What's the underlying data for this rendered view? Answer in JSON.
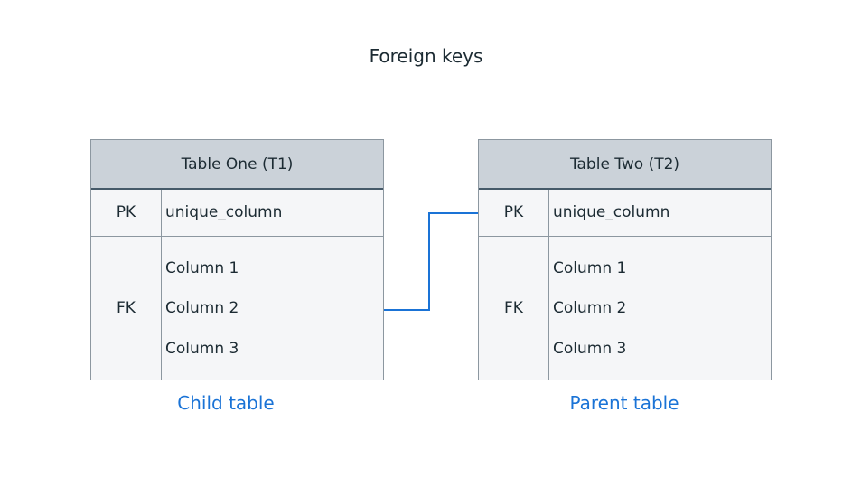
{
  "title": "Foreign keys",
  "colors": {
    "accent": "#1a73d6",
    "header_fill": "#cbd2d9",
    "table_fill": "#f5f6f8",
    "border": "#8c97a0",
    "text": "#1c2b33"
  },
  "tables": [
    {
      "name": "Table One (T1)",
      "pk_label": "PK",
      "pk_column": "unique_column",
      "fk_label": "FK",
      "columns": [
        "Column 1",
        "Column 2",
        "Column 3"
      ],
      "caption": "Child table"
    },
    {
      "name": "Table Two (T2)",
      "pk_label": "PK",
      "pk_column": "unique_column",
      "fk_label": "FK",
      "columns": [
        "Column 1",
        "Column 2",
        "Column 3"
      ],
      "caption": "Parent table"
    }
  ]
}
